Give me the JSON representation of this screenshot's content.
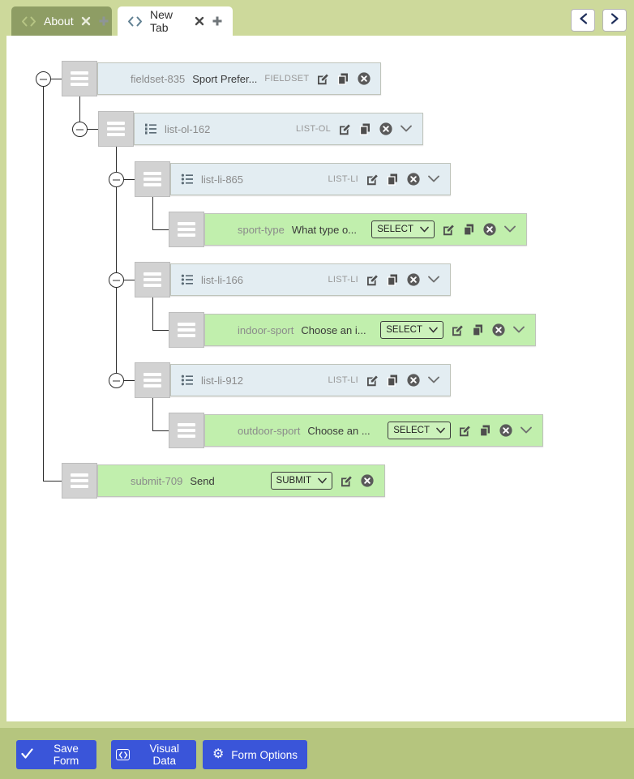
{
  "header": {
    "tabs": [
      {
        "label": "About",
        "code_icon": "code-icon",
        "close_icon": "close-icon",
        "add_icon": "add-tab-icon",
        "active": false
      },
      {
        "label": "New Tab",
        "code_icon": "code-icon",
        "close_icon": "close-icon",
        "add_icon": "add-tab-icon",
        "active": true
      }
    ],
    "nav": {
      "prev_icon": "chevron-left-icon",
      "next_icon": "chevron-right-icon"
    }
  },
  "tree": {
    "nodes": [
      {
        "name": "fieldset-835",
        "title": "Sport Prefer...",
        "type_label": "FIELDSET",
        "kind": "fieldset"
      },
      {
        "name": "list-ol-162",
        "type_label": "LIST-OL",
        "kind": "list-ol"
      },
      {
        "name": "list-li-865",
        "type_label": "LIST-LI",
        "kind": "list-li"
      },
      {
        "name": "sport-type",
        "title": "What type o...",
        "select_label": "SELECT",
        "kind": "field"
      },
      {
        "name": "list-li-166",
        "type_label": "LIST-LI",
        "kind": "list-li"
      },
      {
        "name": "indoor-sport",
        "title": "Choose an i...",
        "select_label": "SELECT",
        "kind": "field"
      },
      {
        "name": "list-li-912",
        "type_label": "LIST-LI",
        "kind": "list-li"
      },
      {
        "name": "outdoor-sport",
        "title": "Choose an ...",
        "select_label": "SELECT",
        "kind": "field"
      },
      {
        "name": "submit-709",
        "title": "Send",
        "select_label": "SUBMIT",
        "kind": "submit"
      }
    ]
  },
  "footer": {
    "buttons": [
      {
        "label": "Save Form",
        "icon": "check-icon"
      },
      {
        "label": "Visual Data",
        "icon": "code-icon"
      },
      {
        "label": "Form Options",
        "icon": "gear-icon"
      }
    ]
  },
  "colors": {
    "page_olive": "#cdd99b",
    "footer_olive": "#b5c57e",
    "inactive_tab_olive": "#8e9d64",
    "node_blue": "#e3edf2",
    "node_green": "#c1efad",
    "button_blue": "#3a55d9"
  }
}
